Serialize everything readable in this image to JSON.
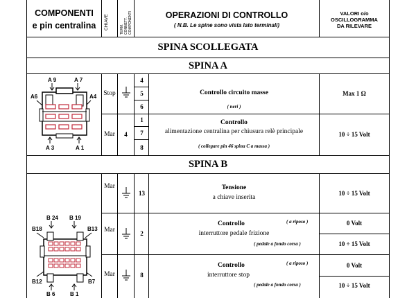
{
  "header": {
    "col1": "COMPONENTI",
    "col1b": "e pin centralina",
    "col2": "CHIAVE",
    "col3a": "TERM.",
    "col3b": "CONNETT.",
    "col3c": "COMPONENTI",
    "col4": "OPERAZIONI DI CONTROLLO",
    "col4_note": "( N.B. Le spine sono vista lato terminali)",
    "col5a": "VALORI o/o",
    "col5b": "OSCILLOGRAMMA",
    "col5c": "DA RILEVARE"
  },
  "section_main": "SPINA SCOLLEGATA",
  "spina_a": {
    "title": "SPINA A",
    "pins": {
      "a9": "A 9",
      "a7": "A 7",
      "a6": "A6",
      "a4": "A4",
      "a3": "A 3",
      "a1": "A 1"
    },
    "row1": {
      "key": "Stop",
      "terms": [
        "4",
        "5",
        "6"
      ],
      "op": "Controllo circuito masse",
      "op_note": "( neri )",
      "value": "Max  1 Ω"
    },
    "row2": {
      "key": "Mar",
      "term": "4",
      "terms": [
        "1",
        "7",
        "8"
      ],
      "op_title": "Controllo",
      "op": "alimentazione centralina per chiusura relè principale",
      "op_note": "( collegare pin 46 spina C a massa )",
      "value": "10  ÷  15  Volt"
    }
  },
  "spina_b": {
    "title": "SPINA B",
    "pins": {
      "b24": "B 24",
      "b19": "B 19",
      "b18": "B18",
      "b13": "B13",
      "b12": "B12",
      "b7": "B7",
      "b6": "B 6",
      "b1": "B 1"
    },
    "row1": {
      "key": "Mar",
      "term": "13",
      "op_title": "Tensione",
      "op": "a chiave inserita",
      "value": "10  ÷  15  Volt"
    },
    "row2": {
      "key": "Mar",
      "term": "2",
      "op_title": "Controllo",
      "op": "interruttore pedale frizione",
      "note_rest": "( a riposo )",
      "note_press": "( pedale a fondo corsa )",
      "value_rest": "0  Volt",
      "value_press": "10  ÷  15  Volt"
    },
    "row3": {
      "key": "Mar",
      "term": "8",
      "op_title": "Controllo",
      "op": "interruttore stop",
      "note_rest": "( a riposo )",
      "note_press": "( pedale a fondo corsa )",
      "value_rest": "0  Volt",
      "value_press": "10  ÷  15  Volt"
    }
  }
}
